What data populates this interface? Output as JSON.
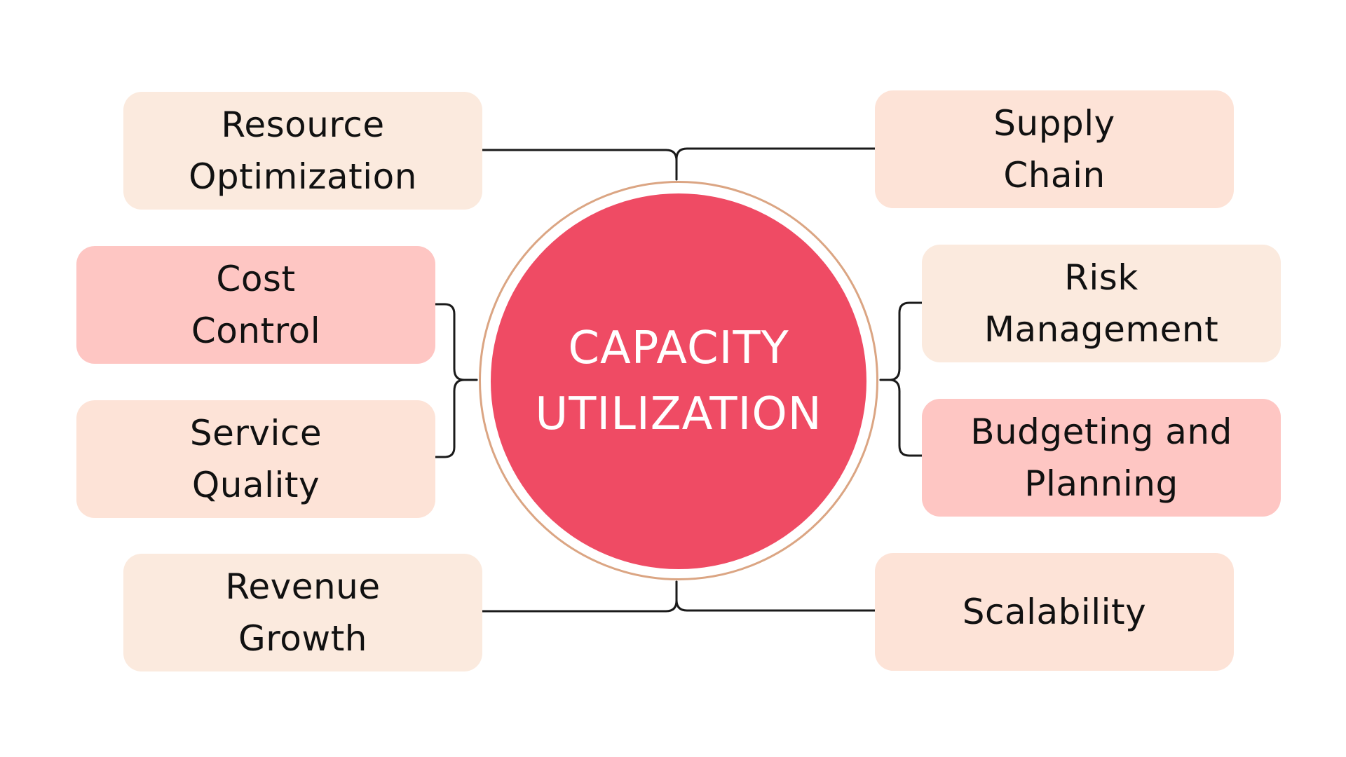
{
  "colors": {
    "hub": "#ef4b64",
    "cream": "#fbeade",
    "peach": "#fde3d7",
    "pink": "#fec6c3",
    "connector": "#1a1a1a",
    "ring": "#dba583"
  },
  "hub": {
    "line1": "CAPACITY",
    "line2": "UTILIZATION"
  },
  "nodes": {
    "resource_optimization": [
      "Resource",
      "Optimization"
    ],
    "cost_control": [
      "Cost",
      "Control"
    ],
    "service_quality": [
      "Service",
      "Quality"
    ],
    "revenue_growth": [
      "Revenue",
      "Growth"
    ],
    "supply_chain": [
      "Supply",
      "Chain"
    ],
    "risk_management": [
      "Risk",
      "Management"
    ],
    "budgeting_and_planning": [
      "Budgeting and",
      "Planning"
    ],
    "scalability": [
      "Scalability"
    ]
  }
}
